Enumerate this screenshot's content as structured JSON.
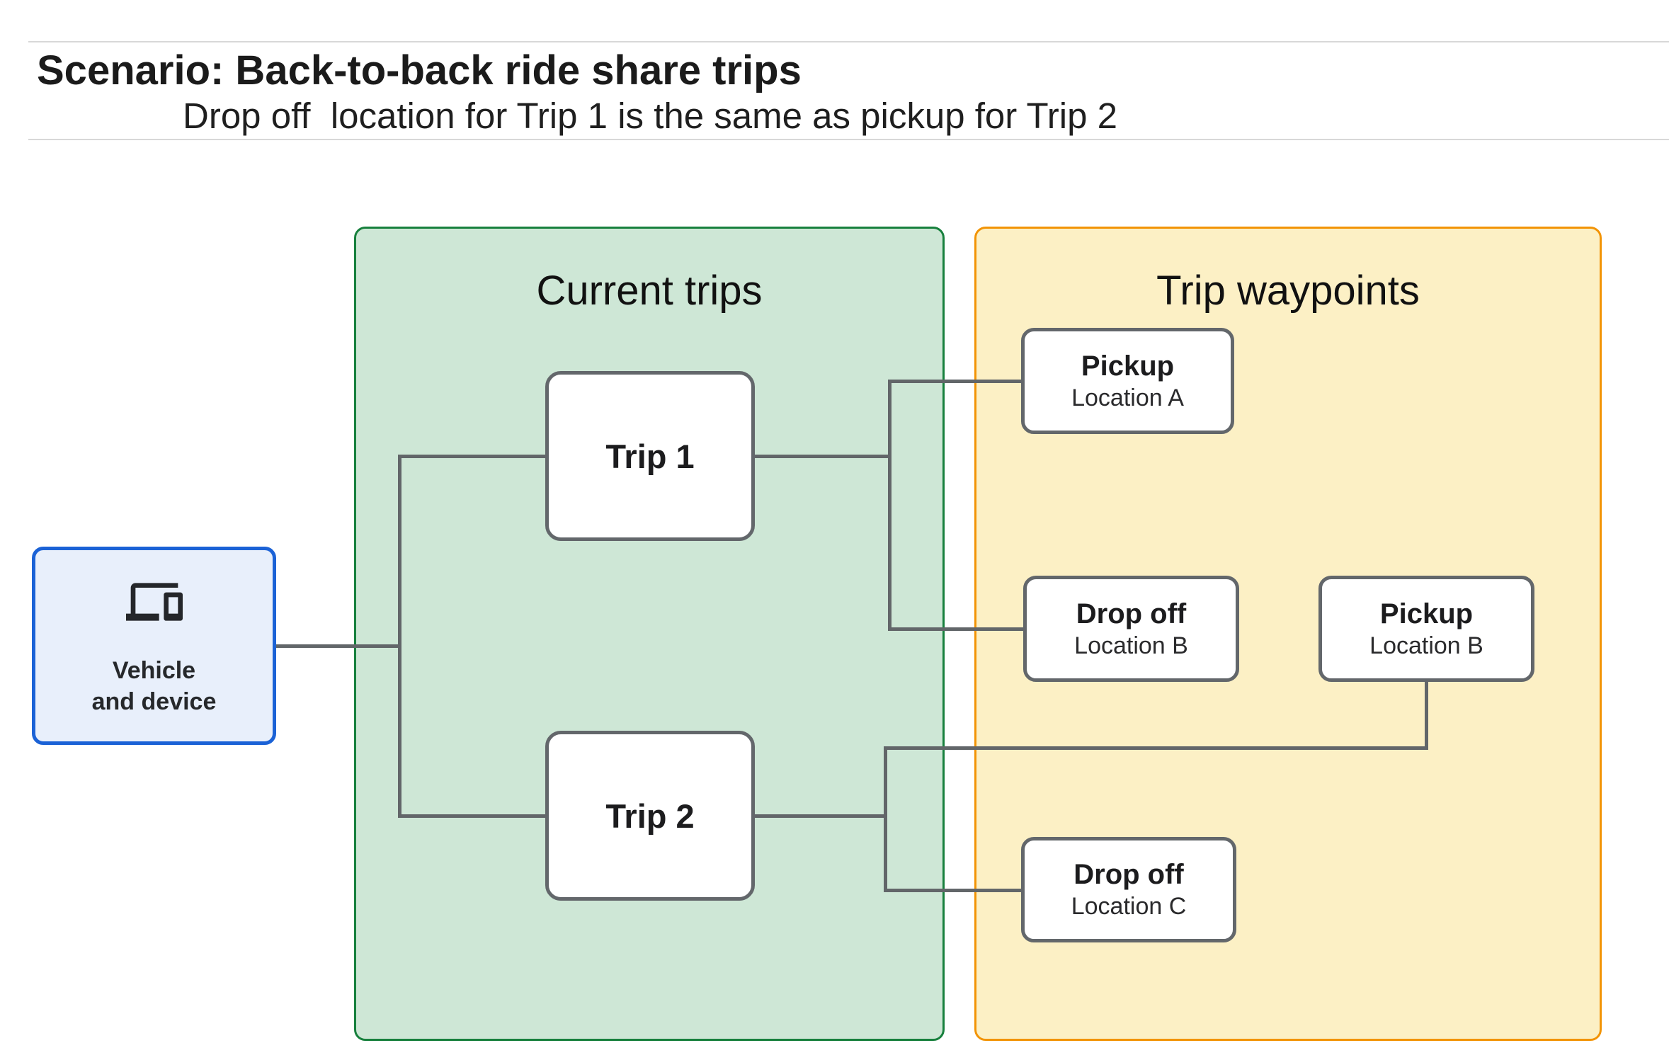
{
  "header": {
    "title": "Scenario: Back-to-back ride share trips",
    "subtitle": "Drop off  location for Trip 1 is the same as pickup for Trip 2"
  },
  "vehicle": {
    "icon": "devices-icon",
    "label": "Vehicle\nand device"
  },
  "panels": {
    "current_trips": {
      "title": "Current trips",
      "fill": "#cee7d6",
      "border": "#17803d"
    },
    "trip_waypoints": {
      "title": "Trip waypoints",
      "fill": "#fcf0c5",
      "border": "#f29406"
    }
  },
  "trips": [
    {
      "label": "Trip 1"
    },
    {
      "label": "Trip 2"
    }
  ],
  "waypoints": [
    {
      "label": "Pickup",
      "location": "Location A"
    },
    {
      "label": "Drop off",
      "location": "Location B"
    },
    {
      "label": "Pickup",
      "location": "Location B"
    },
    {
      "label": "Drop off",
      "location": "Location C"
    }
  ],
  "connections": [
    "Vehicle and device -> Trip 1",
    "Vehicle and device -> Trip 2",
    "Trip 1 -> Pickup Location A",
    "Trip 1 -> Drop off Location B",
    "Trip 2 -> Pickup Location B",
    "Trip 2 -> Drop off Location C"
  ],
  "colors": {
    "connector": "#626669",
    "node_border": "#63676b",
    "vehicle_fill": "#e8effb",
    "vehicle_border": "#1b62d6",
    "divider": "#d8d8d8",
    "text": "#1c1c1e"
  }
}
